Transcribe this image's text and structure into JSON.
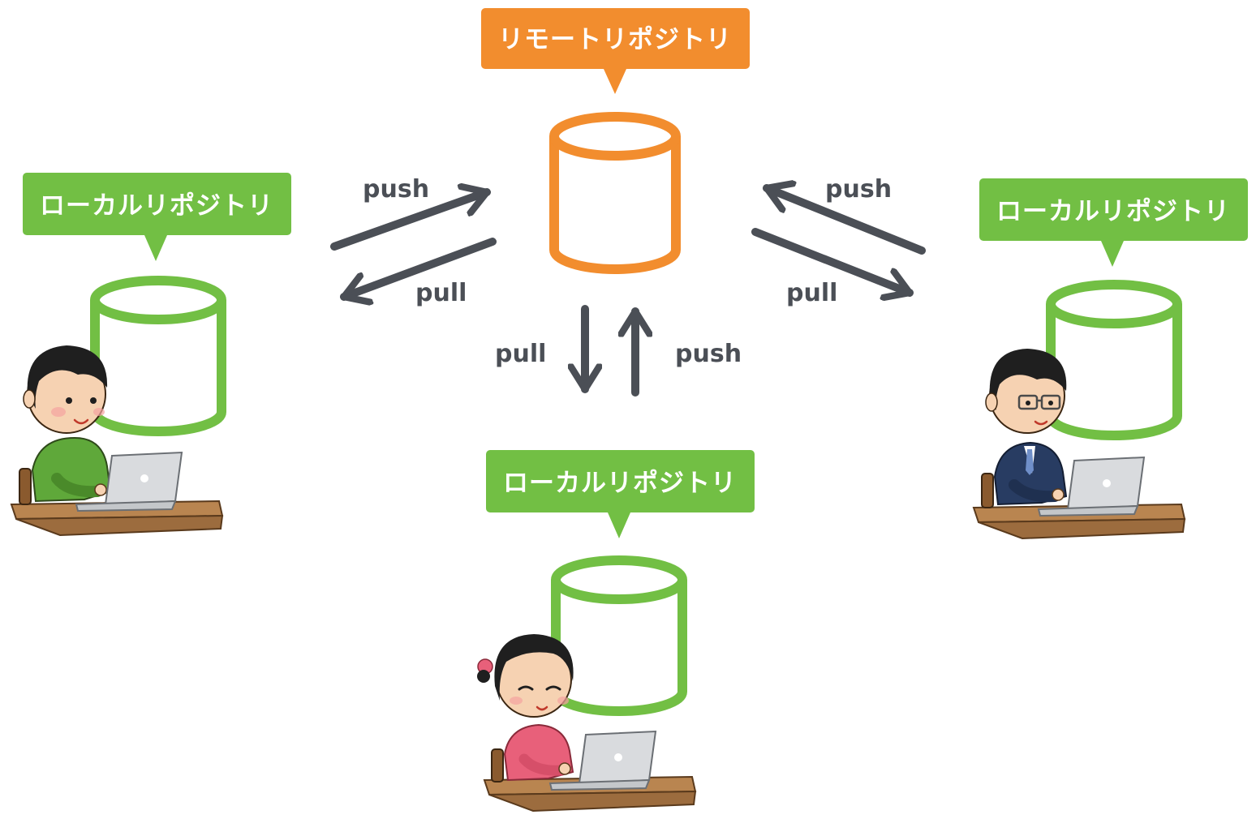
{
  "remote": {
    "label": "リモートリポジトリ",
    "color": "#f28d2e"
  },
  "locals": [
    {
      "label": "ローカルリポジトリ",
      "person": "man-in-green-shirt-at-laptop"
    },
    {
      "label": "ローカルリポジトリ",
      "person": "man-in-suit-with-glasses-at-laptop"
    },
    {
      "label": "ローカルリポジトリ",
      "person": "girl-in-pink-shirt-at-laptop"
    }
  ],
  "local_color": "#72bf44",
  "arrow_color": "#4b4f56",
  "arrows": {
    "left_push": "push",
    "left_pull": "pull",
    "right_push": "push",
    "right_pull": "pull",
    "bottom_pull": "pull",
    "bottom_push": "push"
  }
}
